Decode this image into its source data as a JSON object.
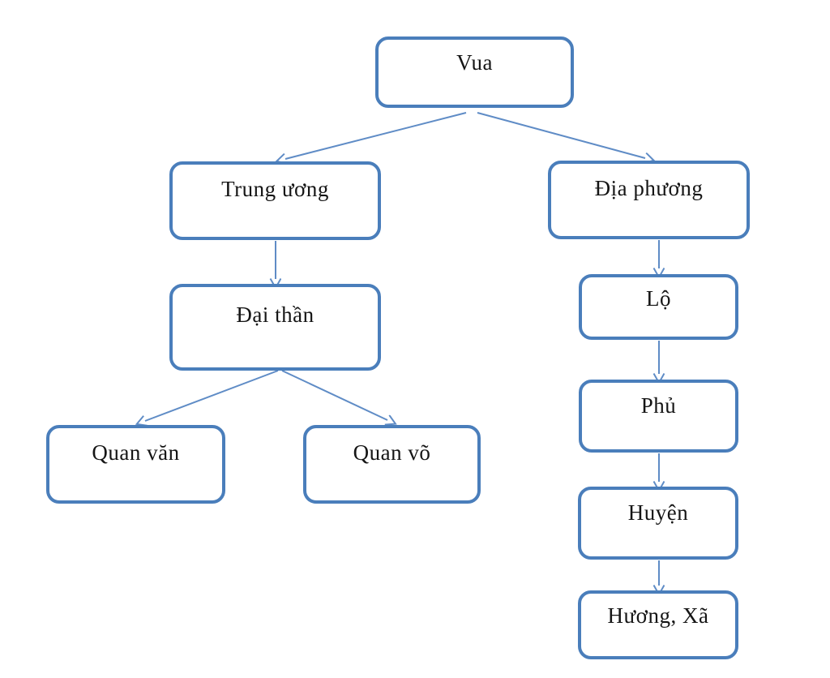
{
  "diagram": {
    "type": "flowchart",
    "description": "Hierarchy chart of a monarchy administration with a central and a local branch",
    "nodes": {
      "vua": {
        "label": "Vua"
      },
      "trung_uong": {
        "label": "Trung ương"
      },
      "dia_phuong": {
        "label": "Địa phương"
      },
      "dai_than": {
        "label": "Đại thần"
      },
      "quan_van": {
        "label": "Quan văn"
      },
      "quan_vo": {
        "label": "Quan võ"
      },
      "lo": {
        "label": "Lộ"
      },
      "phu": {
        "label": "Phủ"
      },
      "huyen": {
        "label": "Huyện"
      },
      "huong_xa": {
        "label": "Hương, Xã"
      }
    },
    "edges": [
      {
        "from": "vua",
        "to": "trung_uong"
      },
      {
        "from": "vua",
        "to": "dia_phuong"
      },
      {
        "from": "trung_uong",
        "to": "dai_than"
      },
      {
        "from": "dai_than",
        "to": "quan_van"
      },
      {
        "from": "dai_than",
        "to": "quan_vo"
      },
      {
        "from": "dia_phuong",
        "to": "lo"
      },
      {
        "from": "lo",
        "to": "phu"
      },
      {
        "from": "phu",
        "to": "huyen"
      },
      {
        "from": "huyen",
        "to": "huong_xa"
      }
    ],
    "colors": {
      "box_border": "#4a7ebb",
      "arrow": "#5f8cc6",
      "text": "#151515",
      "background": "#ffffff"
    }
  }
}
